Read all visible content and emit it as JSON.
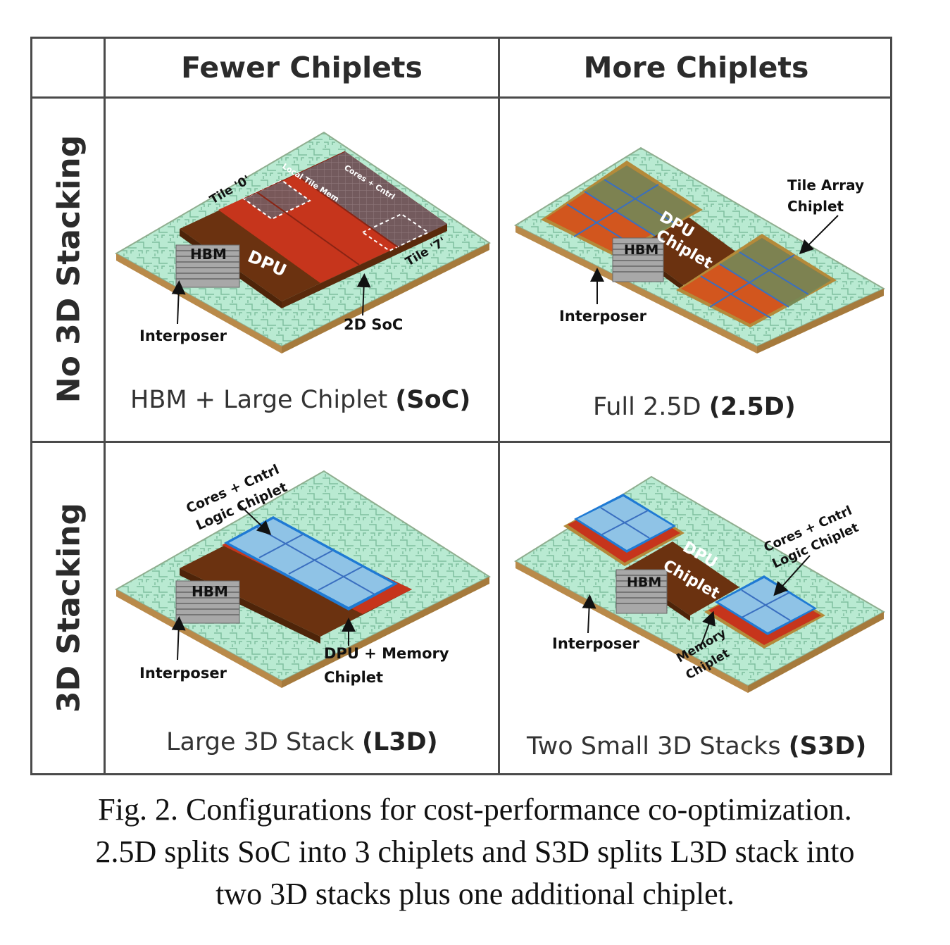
{
  "columns": {
    "fewer": "Fewer Chiplets",
    "more": "More Chiplets"
  },
  "rows": {
    "no_stack": "No 3D Stacking",
    "stack": "3D Stacking"
  },
  "panels": {
    "soc": {
      "config_text": "HBM + Large Chiplet ",
      "config_abbr": "(SoC)",
      "labels": {
        "hbm": "HBM",
        "dpu": "DPU",
        "tile0": "Tile '0'",
        "tile7": "Tile '7'",
        "local_mem": "Local Tile Mem",
        "cores": "Cores + Cntrl",
        "interposer": "Interposer",
        "soc2d": "2D SoC"
      }
    },
    "d25": {
      "config_text": "Full 2.5D ",
      "config_abbr": "(2.5D)",
      "labels": {
        "hbm": "HBM",
        "dpu_1": "DPU",
        "dpu_2": "Chiplet",
        "tile_array_1": "Tile Array",
        "tile_array_2": "Chiplet",
        "interposer": "Interposer"
      }
    },
    "l3d": {
      "config_text": "Large 3D Stack ",
      "config_abbr": "(L3D)",
      "labels": {
        "hbm": "HBM",
        "cores_1": "Cores + Cntrl",
        "cores_2": "Logic Chiplet",
        "interposer": "Interposer",
        "dpu_mem_1": "DPU + Memory",
        "dpu_mem_2": "Chiplet"
      }
    },
    "s3d": {
      "config_text": "Two Small 3D Stacks ",
      "config_abbr": "(S3D)",
      "labels": {
        "hbm": "HBM",
        "dpu_1": "DPU",
        "dpu_2": "Chiplet",
        "cores_1": "Cores + Cntrl",
        "cores_2": "Logic Chiplet",
        "interposer": "Interposer",
        "memory_1": "Memory",
        "memory_2": "Chiplet"
      }
    }
  },
  "caption": {
    "line1": "Fig. 2.  Configurations for cost-performance co-optimization.",
    "line2": "2.5D splits SoC into 3 chiplets and S3D splits L3D stack into",
    "line3": "two 3D stacks plus one additional chiplet."
  },
  "colors": {
    "interposer": "#b9ead2",
    "dpu": "#6b3210",
    "tile": "#c6351c",
    "cores": "#8fc3e6",
    "hbm": "#a8a8a8",
    "grid": "#4a4a4a"
  }
}
